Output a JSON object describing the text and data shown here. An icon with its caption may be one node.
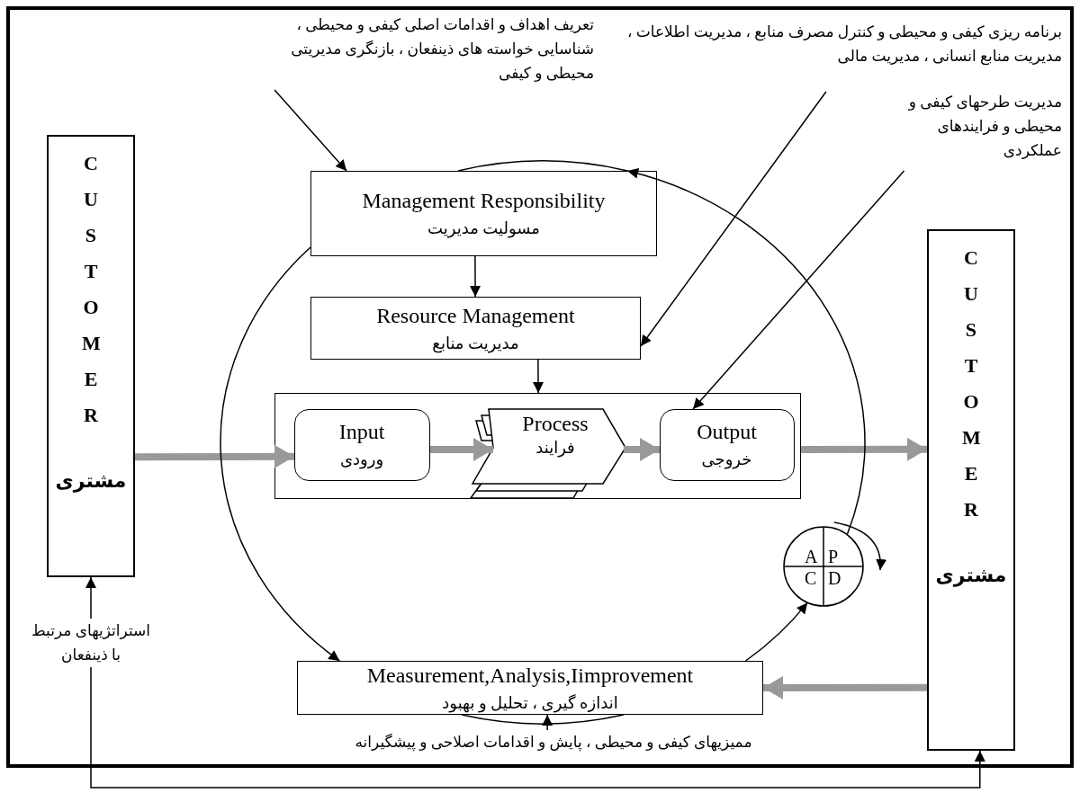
{
  "diagram": {
    "nodes": [
      {
        "text": [
          "CUSTOMER",
          "مشتری"
        ]
      },
      {
        "text": [
          "Management Responsibility",
          "مسولیت مدیریت"
        ]
      },
      {
        "text": [
          "Resource Management",
          "مدیریت منابع"
        ]
      },
      {
        "text": [],
        "shape": "box"
      },
      {
        "text": [
          "Input",
          "ورودی"
        ],
        "in": 3
      },
      {
        "text": [
          "Process",
          "فرایند"
        ],
        "in": 3
      },
      {
        "text": [
          "Output",
          "خروجی"
        ],
        "in": 3
      },
      {
        "text": [
          "CUSTOMER",
          "مشتری"
        ]
      },
      {
        "text": [
          "Measurement,Analysis,Iimprovement",
          "اندازه گیری ، تحلیل و بهبود"
        ]
      },
      {
        "text": [
          "A",
          "P",
          "C",
          "D"
        ]
      },
      {
        "text": [
          "تعریف اهداف و اقدامات اصلی کیفی و محیطی ، شناسایی خواسته های ذینفعان ، بازنگری مدیریتی محیطی و کیفی"
        ]
      },
      {
        "text": [
          "برنامه ریزی کیفی و محیطی و کنترل مصرف منابع ، مدیریت اطلاعات ، مدیریت منابع انسانی ، مدیریت مالی"
        ]
      },
      {
        "text": [
          "مدیریت طرحهای کیفی و محیطی و فرایندهای عملکردی"
        ]
      },
      {
        "text": [
          "ممیزیهای کیفی و محیطی ، پایش و اقدامات اصلاحی و پیشگیرانه"
        ]
      }
    ],
    "edges": [
      {
        "from": 10,
        "to": 1,
        "arrow": "to"
      },
      {
        "from": 1,
        "to": 2,
        "arrow": "to"
      },
      {
        "from": 2,
        "to": 3,
        "arrow": "to"
      },
      {
        "from": 11,
        "to": 2,
        "arrow": "to"
      },
      {
        "from": 12,
        "to": 6,
        "arrow": "to"
      },
      {
        "from": 0,
        "to": 4,
        "arrow": "to",
        "style": "thick",
        "color": "#999999"
      },
      {
        "from": 4,
        "to": 5,
        "arrow": "to",
        "style": "thick",
        "color": "#999999"
      },
      {
        "from": 5,
        "to": 6,
        "arrow": "to",
        "style": "thick",
        "color": "#999999"
      },
      {
        "from": 3,
        "to": 7,
        "arrow": "to",
        "style": "thick",
        "color": "#999999"
      },
      {
        "from": 7,
        "to": 8,
        "arrow": "to",
        "style": "thick",
        "color": "#999999"
      },
      {
        "from": 13,
        "to": 8,
        "arrow": "to"
      },
      {
        "from": 0,
        "to": 7,
        "arrow": "both",
        "label": "استراتژیهای مرتبط با ذینفعان"
      },
      {
        "from": 1,
        "to": 8,
        "arrow": "to"
      },
      {
        "from": 8,
        "to": 9,
        "arrow": "to"
      },
      {
        "from": 9,
        "to": 1,
        "arrow": "to"
      }
    ]
  }
}
